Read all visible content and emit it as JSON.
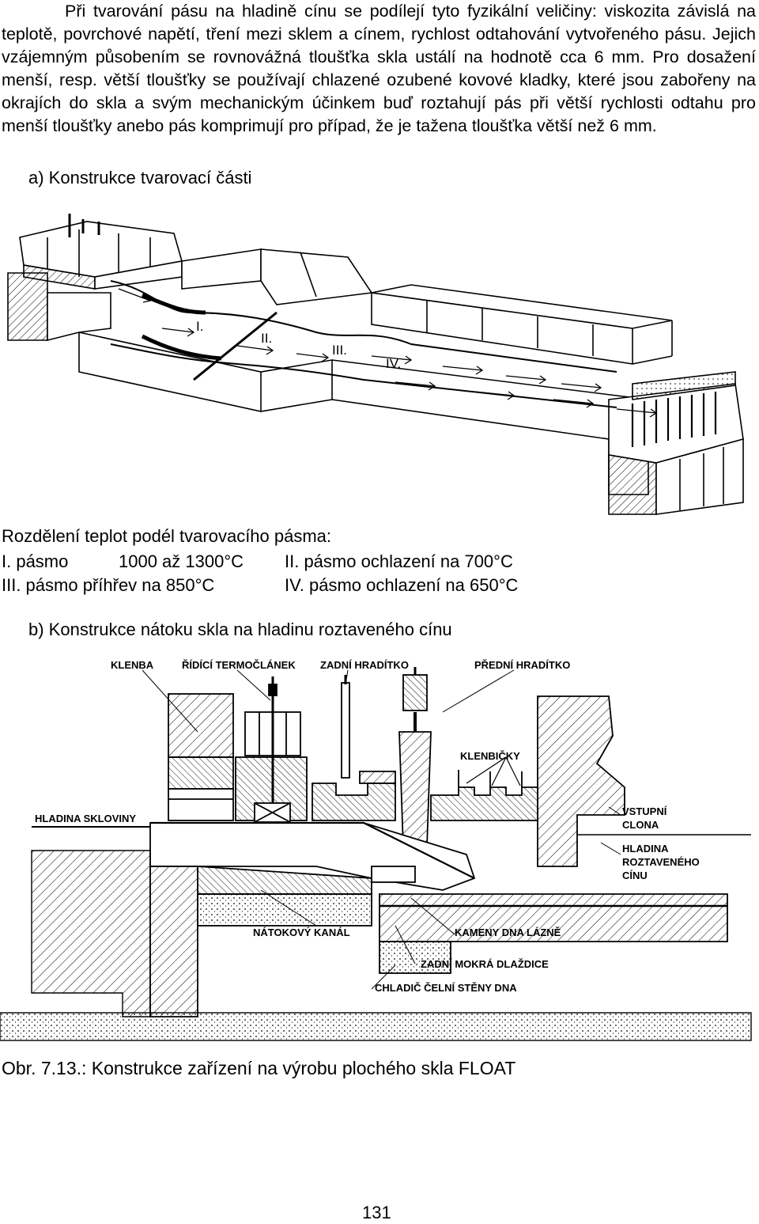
{
  "paragraph": "Při tvarování pásu na hladině cínu se podílejí tyto fyzikální veličiny: viskozita závislá na teplotě, povrchové napětí, tření mezi sklem a cínem, rychlost odtahování vytvořeného pásu. Jejich vzájemným působením se rovnovážná tloušťka skla ustálí na hodnotě cca 6 mm. Pro dosažení menší, resp. větší tloušťky se používají chlazené ozubené kovové kladky, které jsou zabořeny na okrajích do skla a svým mechanickým účinkem buď roztahují pás při větší rychlosti odtahu pro menší tloušťky anebo pás komprimují pro případ, že je tažena tloušťka větší než 6 mm.",
  "section_a": "a)  Konstrukce tvarovací části",
  "diagram_a": {
    "zones": [
      "I.",
      "II.",
      "III.",
      "IV."
    ]
  },
  "temps": {
    "title": "Rozdělení teplot podél tvarovacího pásma:",
    "z1": "I. pásmo",
    "z1_val": "1000 až 1300°C",
    "z2": "II. pásmo ochlazení na 700°C",
    "z3": "III. pásmo příhřev na 850°C",
    "z4": "IV. pásmo ochlazení na 650°C"
  },
  "section_b": "b)  Konstrukce nátoku skla na hladinu roztaveného cínu",
  "diagram_b": {
    "klenba": "KLENBA",
    "termoclanek": "ŘÍDÍCÍ TERMOČLÁNEK",
    "zadni_hraditko": "ZADNÍ HRADÍTKO",
    "predni_hraditko": "PŘEDNÍ HRADÍTKO",
    "klenbicky": "KLENBIČKY",
    "hladina_skloviny": "HLADINA SKLOVINY",
    "vstupni_clona_1": "VSTUPNÍ",
    "vstupni_clona_2": "CLONA",
    "hladina_cinu_1": "HLADINA",
    "hladina_cinu_2": "ROZTAVENÉHO",
    "hladina_cinu_3": "CÍNU",
    "natokovy_kanal": "NÁTOKOVÝ KANÁL",
    "kameny_dna": "KAMENY DNA LÁZNĚ",
    "zadni_dlazdice": "ZADNÍ MOKRÁ DLAŽDICE",
    "chladic": "CHLADIČ ČELNÍ STĚNY DNA"
  },
  "caption": "Obr. 7.13.: Konstrukce zařízení na výrobu plochého skla FLOAT",
  "page_number": "131"
}
